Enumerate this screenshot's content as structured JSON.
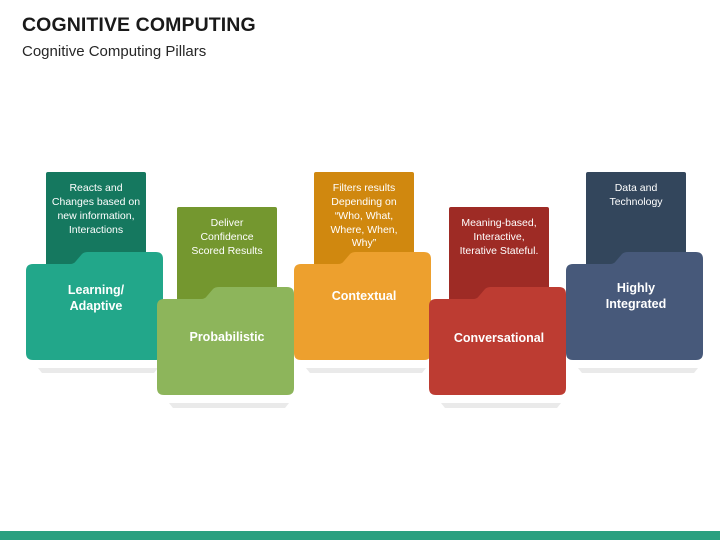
{
  "header": {
    "title": "COGNITIVE COMPUTING",
    "subtitle": "Cognitive Computing Pillars"
  },
  "theme": {
    "background": "#ffffff",
    "accent_bar_color": "#2aa080",
    "title_color": "#1a1a1a",
    "label_text_color": "#ffffff"
  },
  "diagram": {
    "type": "folder-pillars",
    "count": 5,
    "pillars": [
      {
        "id": "learning-adaptive",
        "label": "Learning/\nAdaptive",
        "description": "Reacts and\nChanges based on\nnew information,\nInteractions",
        "back_color": "#15785f",
        "front_color": "#22a78a",
        "shadow_color": "#d8d8d8"
      },
      {
        "id": "probabilistic",
        "label": "Probabilistic",
        "description": "Deliver\nConfidence\nScored Results",
        "back_color": "#74972f",
        "front_color": "#8db55b",
        "shadow_color": "#d8d8d8"
      },
      {
        "id": "contextual",
        "label": "Contextual",
        "description": "Filters results\nDepending on\n“Who, What,\nWhere, When,\nWhy”",
        "back_color": "#d0880f",
        "front_color": "#eda02e",
        "shadow_color": "#d8d8d8"
      },
      {
        "id": "conversational",
        "label": "Conversational",
        "description": "Meaning-based,\nInteractive,\nIterative Stateful.",
        "back_color": "#9e2b25",
        "front_color": "#bd3c32",
        "shadow_color": "#d8d8d8"
      },
      {
        "id": "highly-integrated",
        "label": "Highly\nIntegrated",
        "description": "Data and\nTechnology",
        "back_color": "#33465c",
        "front_color": "#47597a",
        "shadow_color": "#d8d8d8"
      }
    ]
  }
}
